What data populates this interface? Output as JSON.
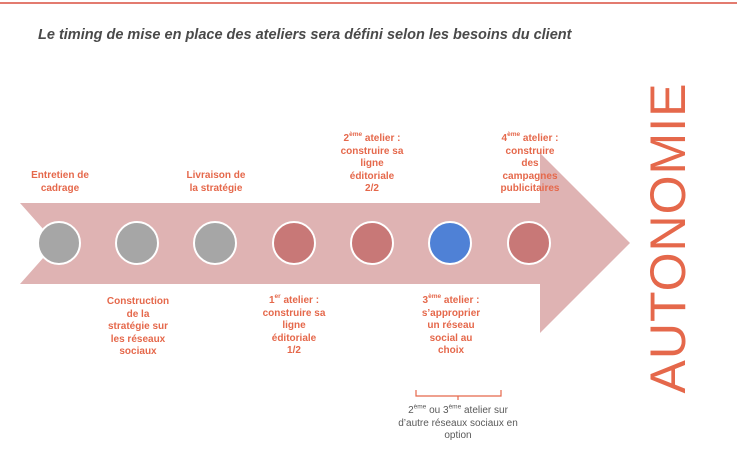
{
  "title": "Le timing de mise en place des ateliers sera défini selon les besoins du client",
  "side_label": "AUTONOMIE",
  "colors": {
    "arrow": "#dfb3b3",
    "accent_text": "#e5684b",
    "step_done": "#a6a6a6",
    "step_workshop": "#c87877",
    "step_current": "#4f81d6",
    "note_text": "#595959",
    "top_rule": "#e37b6f"
  },
  "steps": [
    {
      "status": "done",
      "label": [
        "Entretien de",
        "cadrage"
      ]
    },
    {
      "status": "done",
      "label": [
        "Construction",
        "de la",
        "stratégie sur",
        "les réseaux",
        "sociaux"
      ]
    },
    {
      "status": "done",
      "label": [
        "Livraison de",
        "la stratégie"
      ]
    },
    {
      "status": "workshop",
      "label": {
        "ordinal": "1",
        "sup": "er",
        "rest": " atelier :",
        "lines": [
          "construire sa",
          "ligne",
          "éditoriale",
          "1/2"
        ]
      }
    },
    {
      "status": "workshop",
      "label": {
        "ordinal": "2",
        "sup": "ème",
        "rest": " atelier :",
        "lines": [
          "construire sa",
          "ligne",
          "éditoriale",
          "2/2"
        ]
      }
    },
    {
      "status": "current",
      "label": {
        "ordinal": "3",
        "sup": "ème",
        "rest": " atelier :",
        "lines": [
          "s’approprier",
          "un réseau",
          "social au",
          "choix"
        ]
      }
    },
    {
      "status": "workshop",
      "label": {
        "ordinal": "4",
        "sup": "ème",
        "rest": " atelier :",
        "lines": [
          "construire",
          "des",
          "campagnes",
          "publicitaires"
        ]
      }
    }
  ],
  "note": {
    "a": "2",
    "a_sup": "ème",
    "b": " ou 3",
    "b_sup": "ème",
    "c": " atelier sur",
    "line2": "d’autre réseaux sociaux en",
    "line3": "option"
  }
}
